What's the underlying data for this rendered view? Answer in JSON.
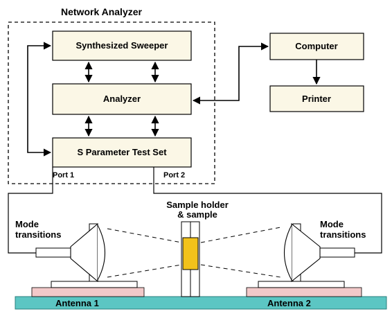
{
  "title": "Network Analyzer",
  "blocks": {
    "sweeper": "Synthesized Sweeper",
    "analyzer": "Analyzer",
    "test_set": "S Parameter Test Set",
    "computer": "Computer",
    "printer": "Printer"
  },
  "ports": {
    "port1": "Port 1",
    "port2": "Port 2"
  },
  "sample": {
    "line1": "Sample holder",
    "line2": "& sample"
  },
  "mode_left": {
    "line1": "Mode",
    "line2": "transitions"
  },
  "mode_right": {
    "line1": "Mode",
    "line2": "transitions"
  },
  "antennas": {
    "antenna1": "Antenna 1",
    "antenna2": "Antenna 2"
  },
  "colors": {
    "box_fill": "#fbf7e6",
    "sample_fill": "#f2c21b",
    "base_teal": "#5cc6c3",
    "pink_pad": "#f2c9c9"
  }
}
